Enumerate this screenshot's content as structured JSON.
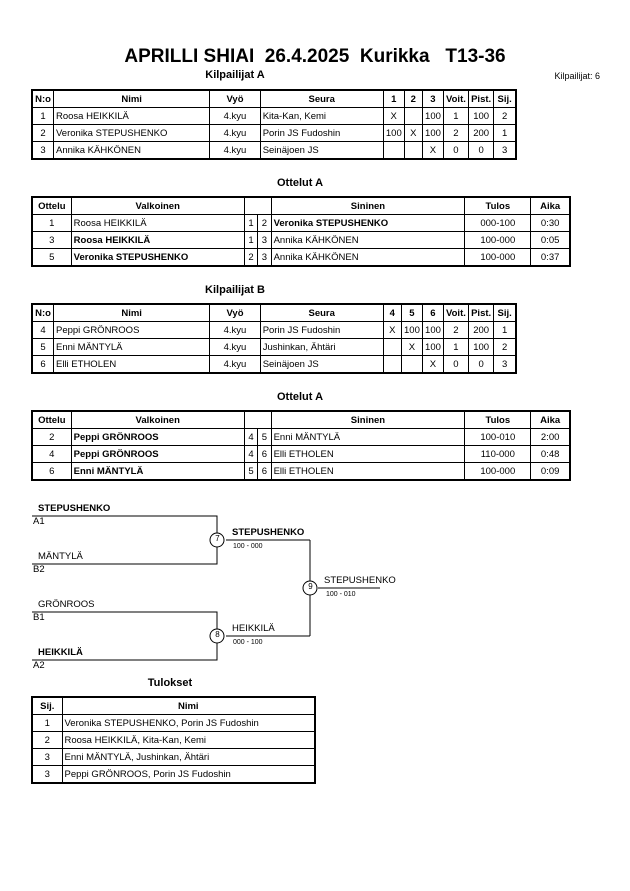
{
  "title": "APRILLI SHIAI  26.4.2025  Kurikka   T13-36",
  "participants_count": "Kilpailijat: 6",
  "poolA": {
    "heading": "Kilpailijat A",
    "headers": [
      "N:o",
      "Nimi",
      "Vyö",
      "Seura",
      "1",
      "2",
      "3",
      "Voit.",
      "Pist.",
      "Sij."
    ],
    "rows": [
      [
        "1",
        "Roosa HEIKKILÄ",
        "4.kyu",
        "Kita-Kan, Kemi",
        "X",
        "",
        "100",
        "1",
        "100",
        "2"
      ],
      [
        "2",
        "Veronika STEPUSHENKO",
        "4.kyu",
        "Porin JS Fudoshin",
        "100",
        "X",
        "100",
        "2",
        "200",
        "1"
      ],
      [
        "3",
        "Annika KÄHKÖNEN",
        "4.kyu",
        "Seinäjoen JS",
        "",
        "",
        "X",
        "0",
        "0",
        "3"
      ]
    ]
  },
  "matchesA": {
    "heading": "Ottelut A",
    "headers": [
      "Ottelu",
      "Valkoinen",
      "",
      "",
      "Sininen",
      "Tulos",
      "Aika"
    ],
    "rows": [
      {
        "no": "1",
        "white": "Roosa HEIKKILÄ",
        "wn": "1",
        "bn": "2",
        "blue": "Veronika STEPUSHENKO",
        "result": "000-100",
        "time": "0:30",
        "winner": "blue"
      },
      {
        "no": "3",
        "white": "Roosa HEIKKILÄ",
        "wn": "1",
        "bn": "3",
        "blue": "Annika KÄHKÖNEN",
        "result": "100-000",
        "time": "0:05",
        "winner": "white"
      },
      {
        "no": "5",
        "white": "Veronika STEPUSHENKO",
        "wn": "2",
        "bn": "3",
        "blue": "Annika KÄHKÖNEN",
        "result": "100-000",
        "time": "0:37",
        "winner": "white"
      }
    ]
  },
  "poolB": {
    "heading": "Kilpailijat B",
    "headers": [
      "N:o",
      "Nimi",
      "Vyö",
      "Seura",
      "4",
      "5",
      "6",
      "Voit.",
      "Pist.",
      "Sij."
    ],
    "rows": [
      [
        "4",
        "Peppi GRÖNROOS",
        "4.kyu",
        "Porin JS Fudoshin",
        "X",
        "100",
        "100",
        "2",
        "200",
        "1"
      ],
      [
        "5",
        "Enni MÄNTYLÄ",
        "4.kyu",
        "Jushinkan, Ähtäri",
        "",
        "X",
        "100",
        "1",
        "100",
        "2"
      ],
      [
        "6",
        "Elli ETHOLEN",
        "4.kyu",
        "Seinäjoen JS",
        "",
        "",
        "X",
        "0",
        "0",
        "3"
      ]
    ]
  },
  "matchesB": {
    "heading": "Ottelut A",
    "headers": [
      "Ottelu",
      "Valkoinen",
      "",
      "",
      "Sininen",
      "Tulos",
      "Aika"
    ],
    "rows": [
      {
        "no": "2",
        "white": "Peppi GRÖNROOS",
        "wn": "4",
        "bn": "5",
        "blue": "Enni MÄNTYLÄ",
        "result": "100-010",
        "time": "2:00",
        "winner": "white"
      },
      {
        "no": "4",
        "white": "Peppi GRÖNROOS",
        "wn": "4",
        "bn": "6",
        "blue": "Elli ETHOLEN",
        "result": "110-000",
        "time": "0:48",
        "winner": "white"
      },
      {
        "no": "6",
        "white": "Enni MÄNTYLÄ",
        "wn": "5",
        "bn": "6",
        "blue": "Elli ETHOLEN",
        "result": "100-000",
        "time": "0:09",
        "winner": "white"
      }
    ]
  },
  "bracket": {
    "sf1_top": "STEPUSHENKO",
    "sf1_top_seed": "A1",
    "sf1_bottom": "MÄNTYLÄ",
    "sf1_bottom_seed": "B2",
    "sf2_top": "GRÖNROOS",
    "sf2_top_seed": "B1",
    "sf2_bottom": "HEIKKILÄ",
    "sf2_bottom_seed": "A2",
    "m7_no": "7",
    "m7_winner": "STEPUSHENKO",
    "m7_score": "100 - 000",
    "m8_no": "8",
    "m8_winner": "HEIKKILÄ",
    "m8_score": "000 - 100",
    "m9_no": "9",
    "m9_winner": "STEPUSHENKO",
    "m9_score": "100 - 010"
  },
  "results": {
    "heading": "Tulokset",
    "headers": [
      "Sij.",
      "Nimi"
    ],
    "rows": [
      [
        "1",
        "Veronika STEPUSHENKO, Porin JS Fudoshin"
      ],
      [
        "2",
        "Roosa HEIKKILÄ, Kita-Kan, Kemi"
      ],
      [
        "3",
        "Enni MÄNTYLÄ, Jushinkan, Ähtäri"
      ],
      [
        "3",
        "Peppi GRÖNROOS, Porin JS Fudoshin"
      ]
    ]
  }
}
